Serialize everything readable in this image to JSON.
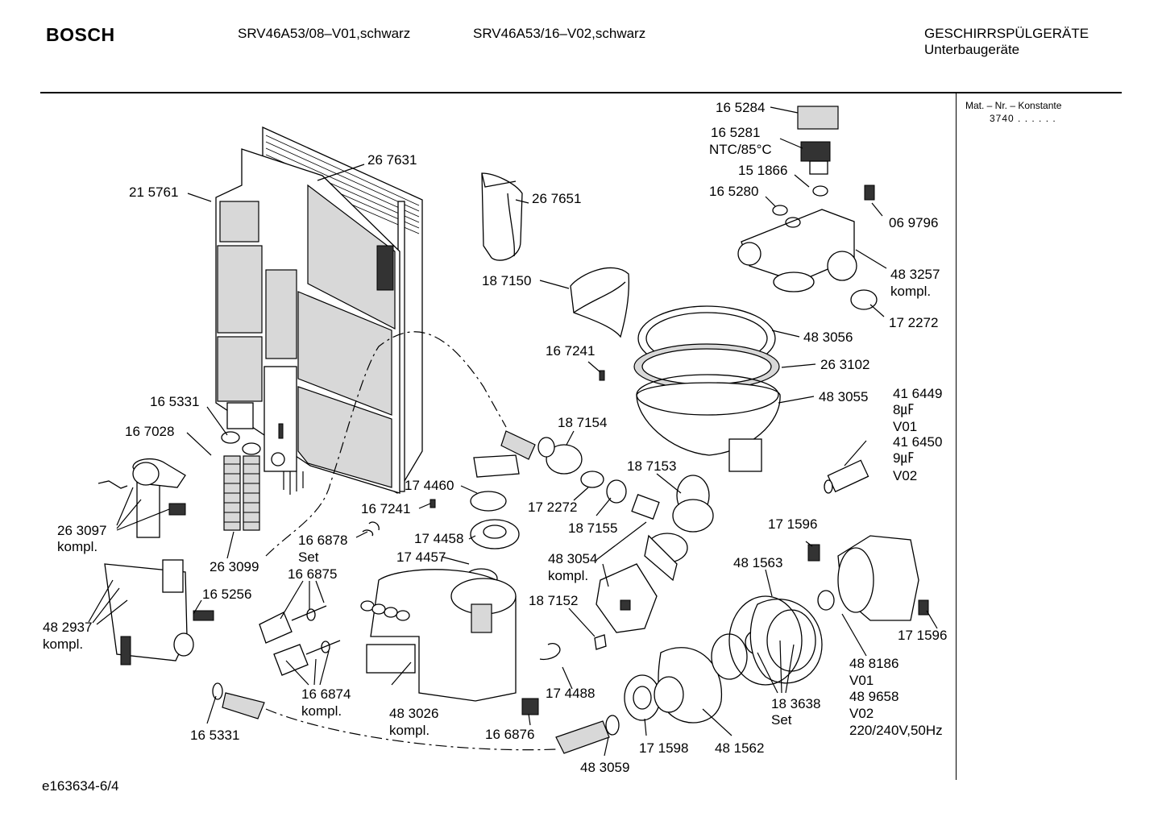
{
  "header": {
    "brand": "BOSCH",
    "model_1": "SRV46A53/08–V01,schwarz",
    "model_2": "SRV46A53/16–V02,schwarz",
    "category": "GESCHIRRSPÜLGERÄTE",
    "subcategory": "Unterbaugeräte"
  },
  "sidebar": {
    "title": "Mat. – Nr. – Konstante",
    "value": "3740 . . . . . ."
  },
  "footer": {
    "code": "e163634-6/4"
  },
  "labels": {
    "l165284": "16 5284",
    "l165281": "16 5281",
    "lntc": "NTC/85°C",
    "l151866": "15 1866",
    "l165280": "16 5280",
    "l069796": "06 9796",
    "l483257": "48 3257",
    "l483257k": "kompl.",
    "l172272a": "17 2272",
    "l267631": "26 7631",
    "l215761": "21 5761",
    "l267651": "26 7651",
    "l187150": "18 7150",
    "l483056": "48 3056",
    "l263102": "26 3102",
    "l483055": "48 3055",
    "l167241a": "16 7241",
    "l416449": "41 6449",
    "l8mf": "8㎌",
    "lv01a": "V01",
    "l416450": "41 6450",
    "l9mf": "9㎌",
    "lv02a": "V02",
    "l165331a": "16 5331",
    "l167028": "16 7028",
    "l187154": "18 7154",
    "l187153": "18 7153",
    "l174460": "17 4460",
    "l172272b": "17 2272",
    "l167241b": "16 7241",
    "l187155": "18 7155",
    "l263097": "26 3097",
    "l263097k": "kompl.",
    "l166878": "16 6878",
    "l166878s": "Set",
    "l174458": "17 4458",
    "l171596a": "17 1596",
    "l174457": "17 4457",
    "l483054": "48 3054",
    "l483054k": "kompl.",
    "l481563": "48 1563",
    "l263099": "26 3099",
    "l166875": "16 6875",
    "l165256": "16 5256",
    "l187152": "18 7152",
    "l171596b": "17 1596",
    "l482937": "48 2937",
    "l482937k": "kompl.",
    "l174488": "17 4488",
    "l488186": "48 8186",
    "lv01b": "V01",
    "l489658": "48 9658",
    "lv02b": "V02",
    "lvolt": "220/240V,50Hz",
    "l166874": "16 6874",
    "l166874k": "kompl.",
    "l483026": "48 3026",
    "l483026k": "kompl.",
    "l183638": "18 3638",
    "l183638s": "Set",
    "l165331b": "16 5331",
    "l166876": "16 6876",
    "l171598": "17 1598",
    "l481562": "48 1562",
    "l483059": "48 3059"
  }
}
